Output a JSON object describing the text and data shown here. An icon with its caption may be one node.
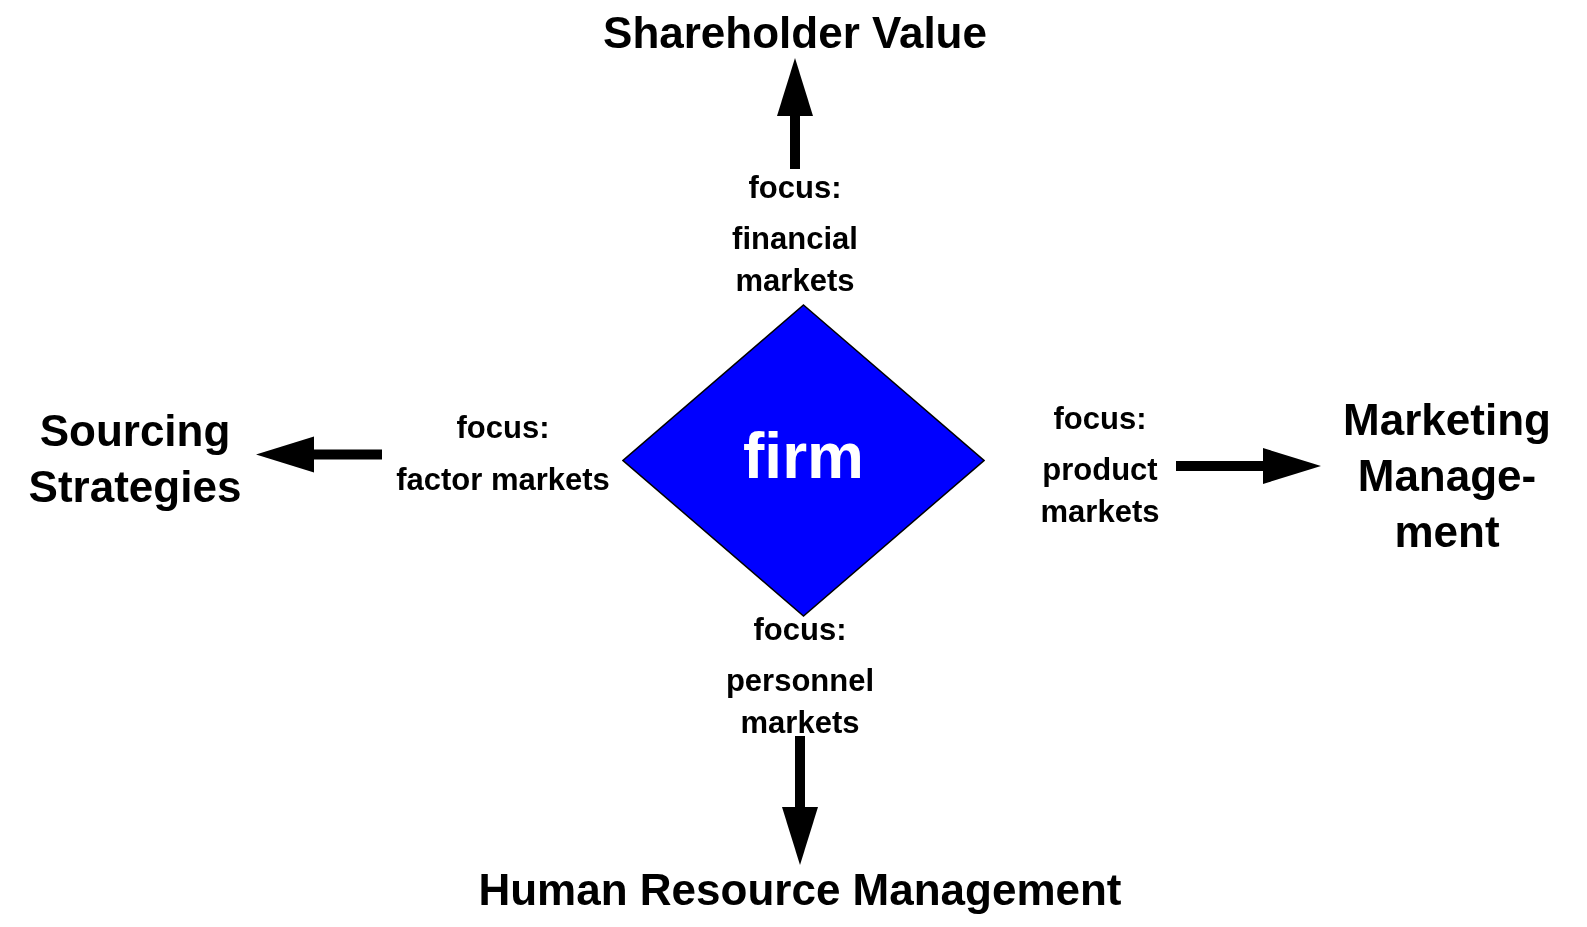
{
  "diagram": {
    "nodes": [
      {
        "text": [
          "firm"
        ]
      },
      {
        "text": [
          "focus:",
          "financial markets"
        ]
      },
      {
        "text": [
          "focus:",
          "factor markets"
        ]
      },
      {
        "text": [
          "focus:",
          "product markets"
        ]
      },
      {
        "text": [
          "focus:",
          "personnel markets"
        ]
      },
      {
        "text": [
          "Shareholder Value"
        ]
      },
      {
        "text": [
          "Sourcing Strategies"
        ]
      },
      {
        "text": [
          "Marketing Manage- ment"
        ]
      },
      {
        "text": [
          "Human Resource Management"
        ]
      }
    ],
    "edges": [
      {
        "from": 1,
        "to": 5,
        "arrow": "to"
      },
      {
        "from": 2,
        "to": 6,
        "arrow": "to"
      },
      {
        "from": 3,
        "to": 7,
        "arrow": "to"
      },
      {
        "from": 4,
        "to": 8,
        "arrow": "to"
      }
    ]
  }
}
